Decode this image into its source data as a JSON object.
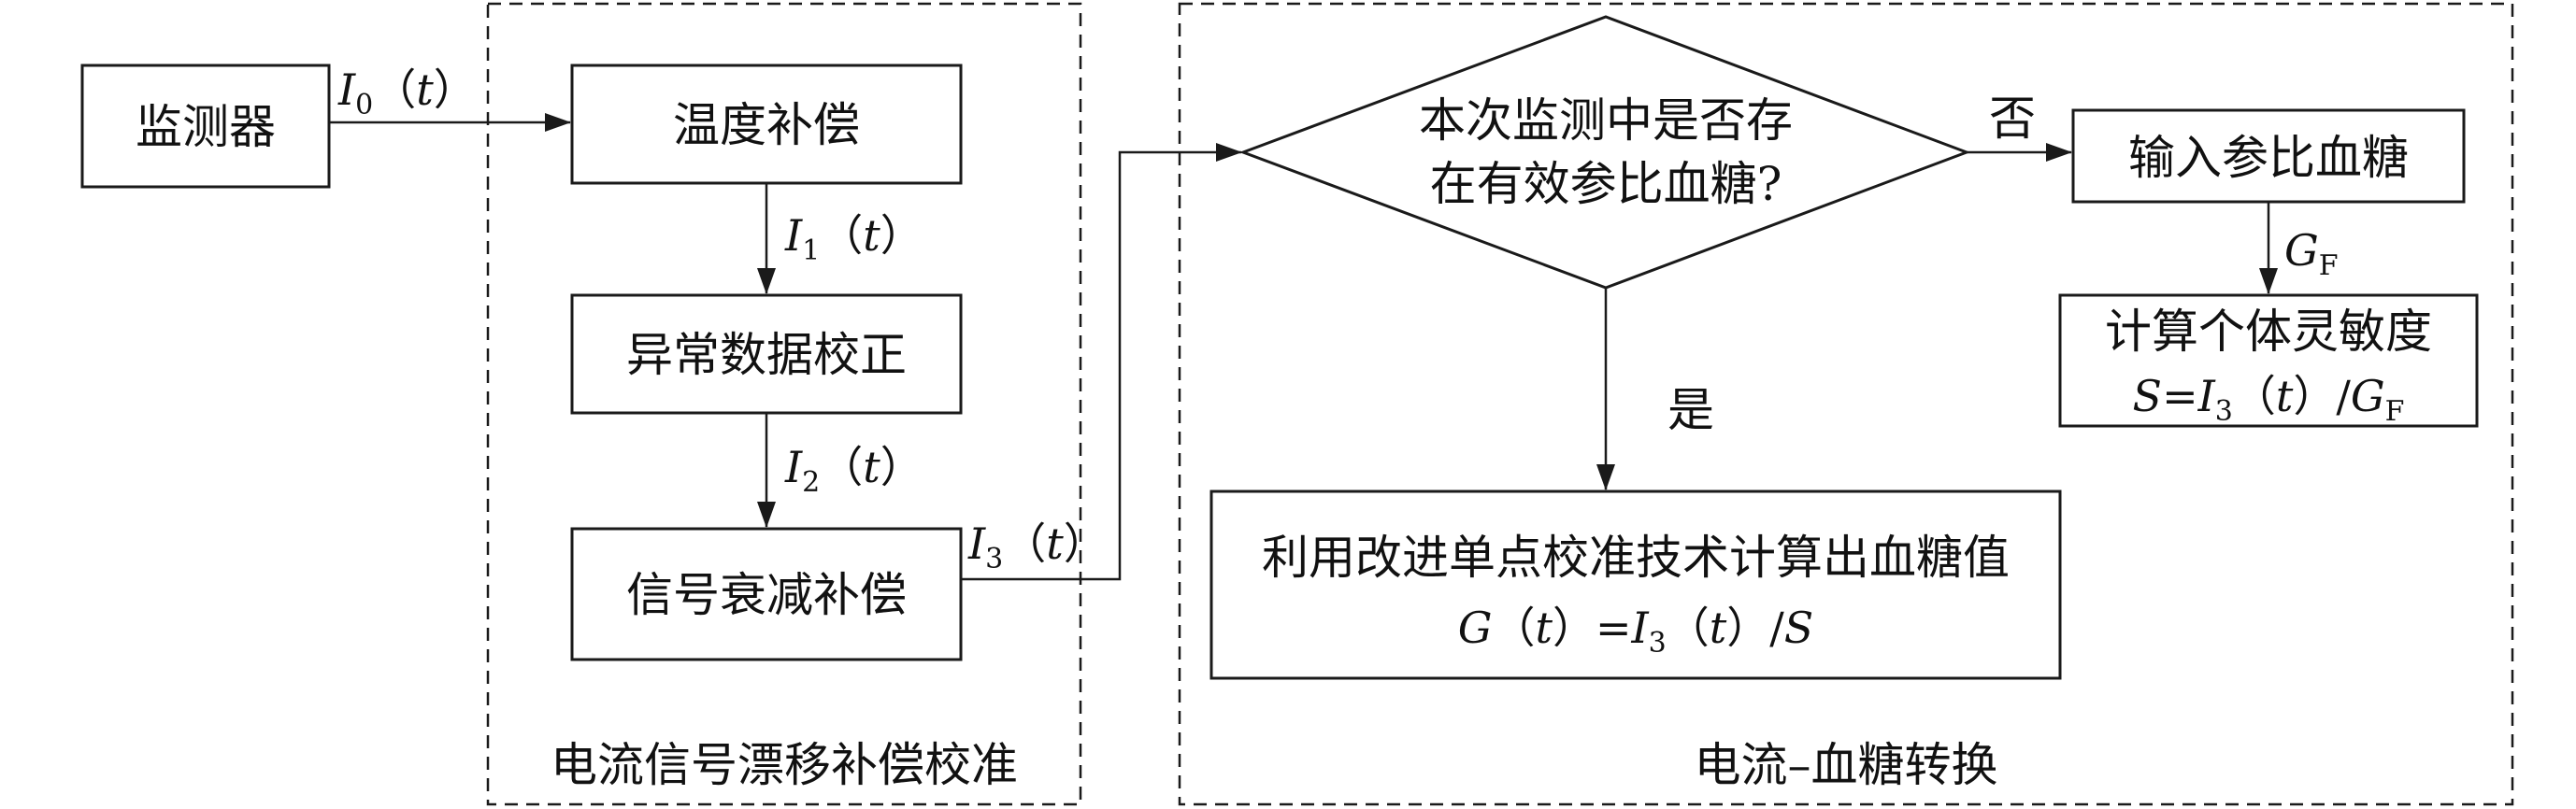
{
  "groups": {
    "drift": "电流信号漂移补偿校准",
    "conversion": "电流–血糖转换"
  },
  "nodes": {
    "monitor": "监测器",
    "temp": "温度补偿",
    "abnormal": "异常数据校正",
    "attenuation": "信号衰减补偿",
    "decision_line1": "本次监测中是否存",
    "decision_line2": "在有效参比血糖?",
    "input_ref": "输入参比血糖",
    "sensitivity_line1": "计算个体灵敏度",
    "sensitivity_line2": "S=I₃（t）/G_F",
    "calc_line1": "利用改进单点校准技术计算出血糖值",
    "calc_line2": "G（t）=I₃（t）/S"
  },
  "edge_labels": {
    "i0": "I₀（t）",
    "i1": "I₁（t）",
    "i2": "I₂（t）",
    "i3": "I₃（t）",
    "no": "否",
    "yes": "是",
    "gf": "G_F"
  }
}
